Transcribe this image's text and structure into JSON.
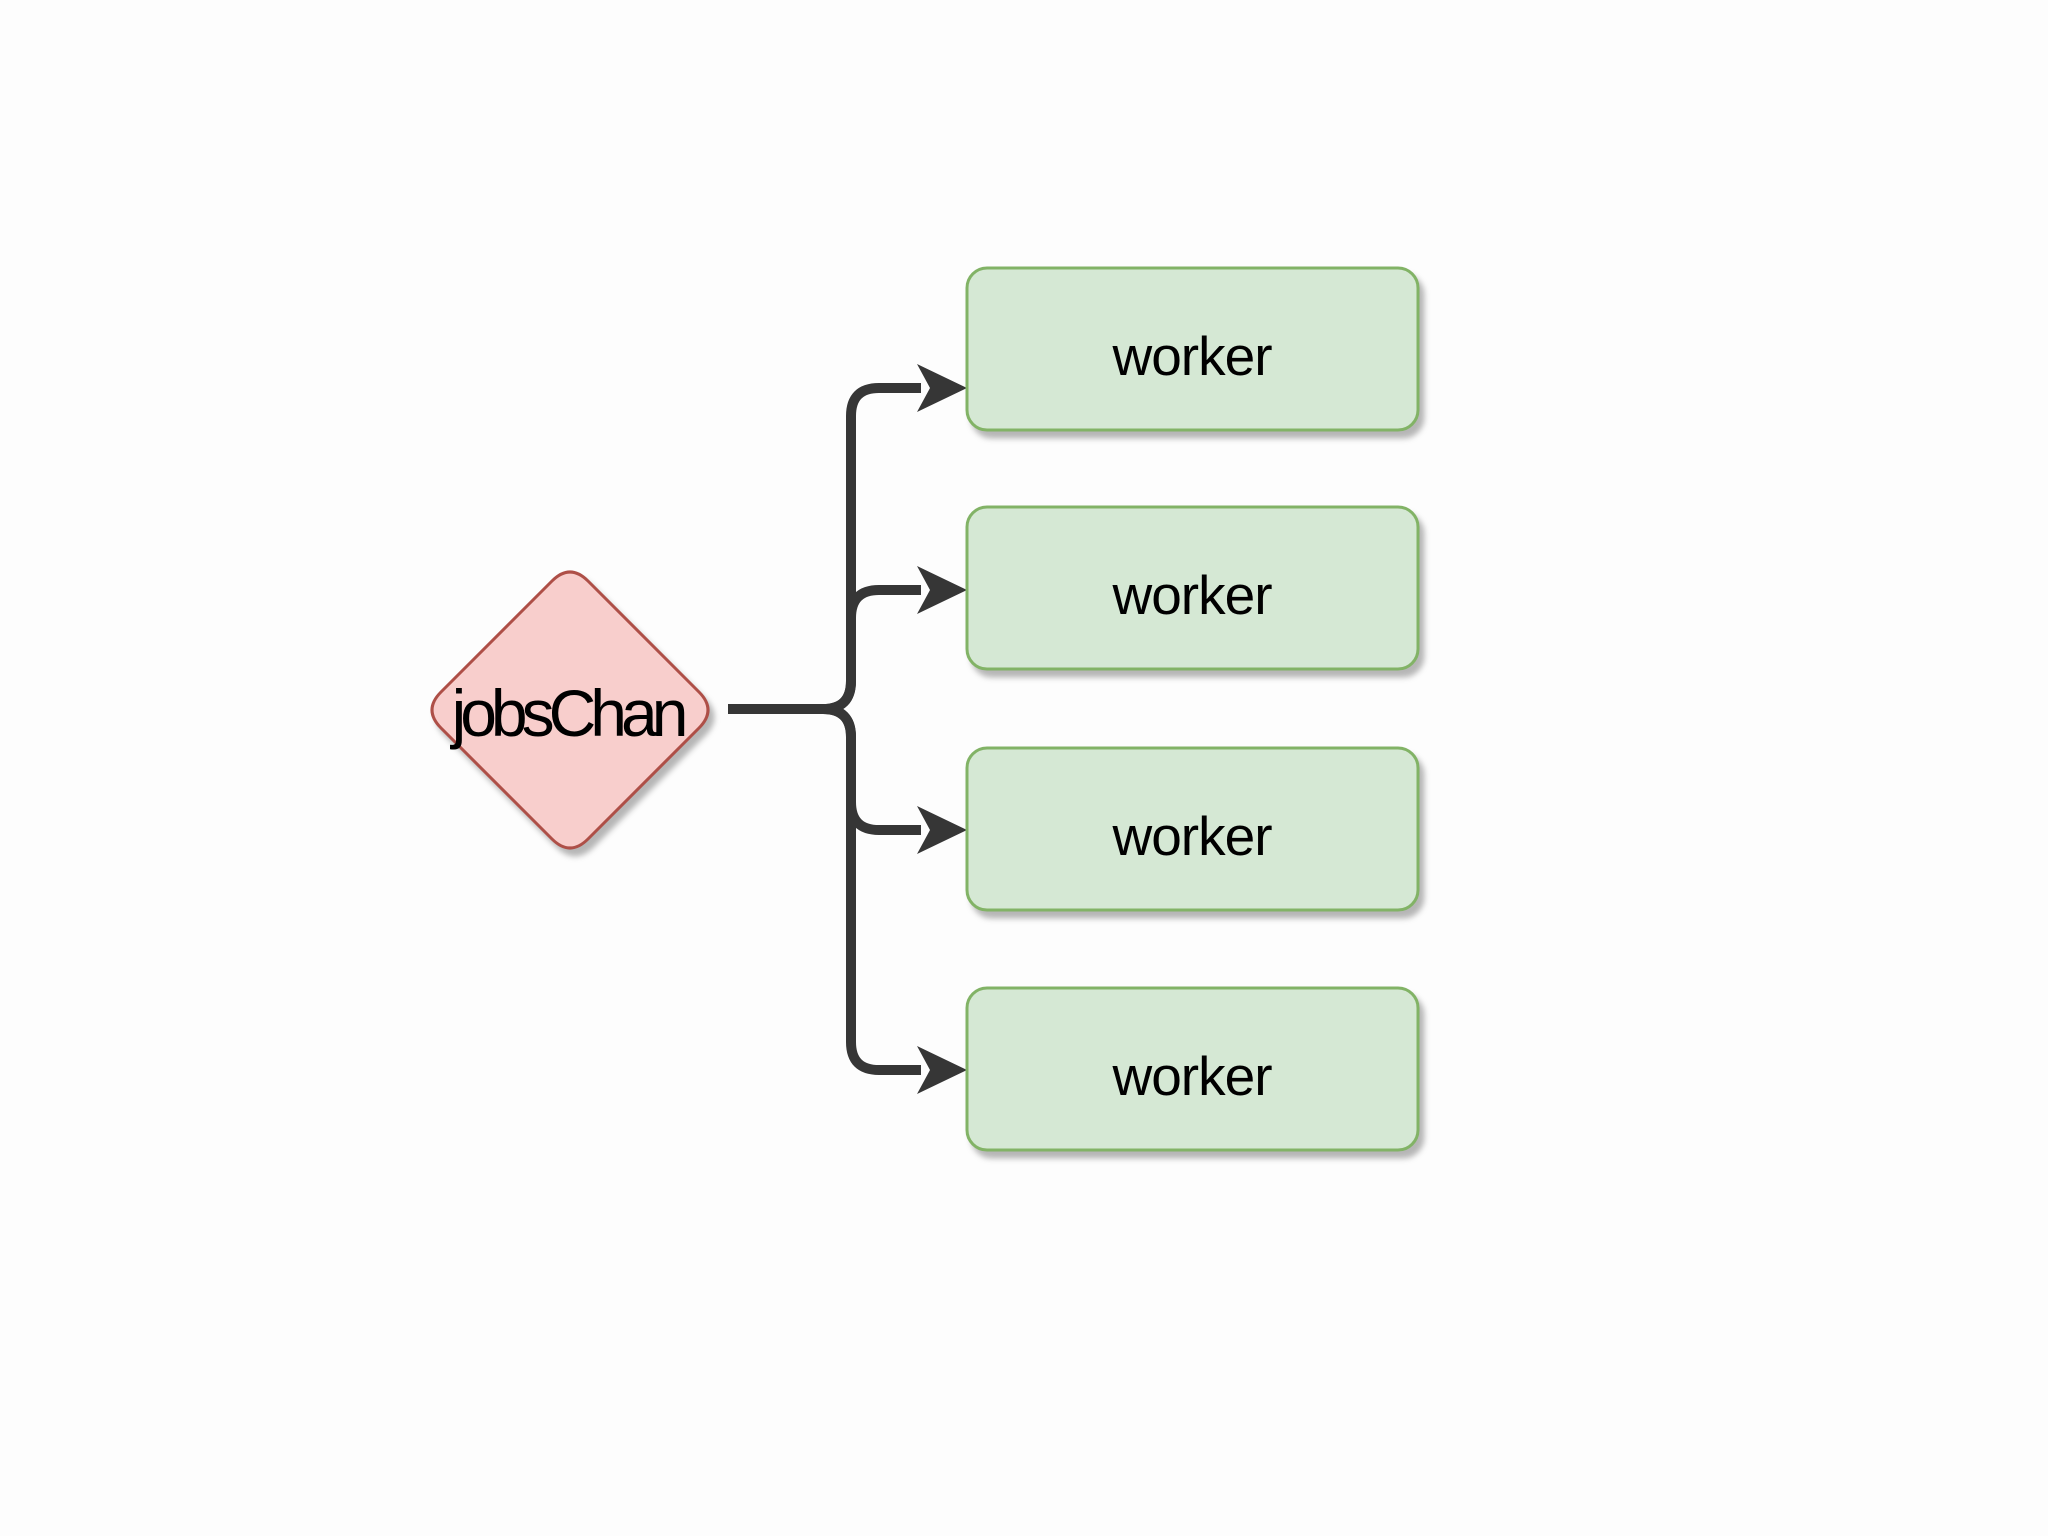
{
  "colors": {
    "background": "#fdfdfd",
    "worker_fill": "#d5e8d4",
    "worker_stroke": "#82b366",
    "channel_fill": "#f8cecc",
    "channel_stroke": "#ae4f47",
    "edge": "#363636",
    "label": "#000000"
  },
  "diagram": {
    "channel": {
      "label": "jobsChan",
      "shape": "diamond"
    },
    "workers": [
      {
        "label": "worker"
      },
      {
        "label": "worker"
      },
      {
        "label": "worker"
      },
      {
        "label": "worker"
      }
    ],
    "edges": [
      {
        "from": "jobsChan",
        "to": "worker-1"
      },
      {
        "from": "jobsChan",
        "to": "worker-2"
      },
      {
        "from": "jobsChan",
        "to": "worker-3"
      },
      {
        "from": "jobsChan",
        "to": "worker-4"
      }
    ]
  }
}
